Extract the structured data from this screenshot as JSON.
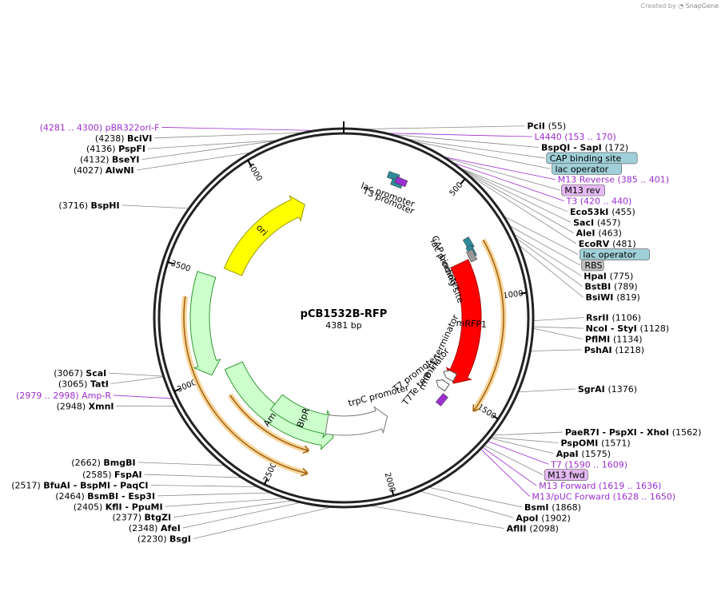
{
  "watermark": {
    "prefix": "Created by",
    "brand": "SnapGene"
  },
  "plasmid": {
    "name": "pCB1532B-RFP",
    "size_label": "4381 bp",
    "length": 4381
  },
  "ticks": [
    {
      "pos": 500,
      "label": "500"
    },
    {
      "pos": 1000,
      "label": "1000"
    },
    {
      "pos": 1500,
      "label": "1500"
    },
    {
      "pos": 2000,
      "label": "2000"
    },
    {
      "pos": 2500,
      "label": "2500"
    },
    {
      "pos": 3000,
      "label": "3000"
    },
    {
      "pos": 3500,
      "label": "3500"
    },
    {
      "pos": 4000,
      "label": "4000"
    }
  ],
  "features": [
    {
      "name": "ori",
      "start": 3560,
      "end": 4150,
      "ring": 150,
      "dir": 1,
      "color": "#ffff00",
      "stroke": "#999900",
      "text_color": "#000000",
      "text": "ori"
    },
    {
      "name": "mRFP1",
      "start": 790,
      "end": 1470,
      "ring": 160,
      "dir": 1,
      "color": "#ff0000",
      "stroke": "#aa0000",
      "text_color": "#ffffff",
      "text": "mRFP1"
    },
    {
      "name": "AmpR",
      "start": 2250,
      "end": 3000,
      "ring": 150,
      "dir": -1,
      "color": "#ccffcc",
      "stroke": "#339933",
      "text_color": "#000000",
      "text": "AmpR"
    },
    {
      "name": "AmpR2",
      "start": 3000,
      "end": 3500,
      "ring": 180,
      "dir": -1,
      "color": "#ccffcc",
      "stroke": "#339933",
      "text_color": "#000000",
      "text": "AmpR"
    },
    {
      "name": "BlpR",
      "start": 2250,
      "end": 2660,
      "ring": 135,
      "dir": -1,
      "color": "#ccffcc",
      "stroke": "#339933",
      "text_color": "#000000",
      "text": "BlpR"
    },
    {
      "name": "trpC",
      "start": 1900,
      "end": 2300,
      "ring": 135,
      "dir": -1,
      "color": "#ffffff",
      "stroke": "#777777",
      "text_color": "#000000",
      "text": "trpC promoter"
    }
  ],
  "orfs": [
    {
      "start": 740,
      "end": 1530,
      "radius": 200,
      "dir": 1
    },
    {
      "start": 2350,
      "end": 3380,
      "radius": 200,
      "dir": -1
    },
    {
      "start": 2370,
      "end": 2870,
      "radius": 172,
      "dir": -1
    }
  ],
  "inner_labels": [
    {
      "text": "lac promoter",
      "angle_pos": 240,
      "r": 160,
      "rot": 20
    },
    {
      "text": "T3 promoter",
      "angle_pos": 255,
      "r": 153,
      "rot": 23
    },
    {
      "text": "lac promoter",
      "angle_pos": 760,
      "r": 140,
      "rot": 63
    },
    {
      "text": "CAP binding site",
      "angle_pos": 790,
      "r": 140,
      "rot": 68
    },
    {
      "text": "rrnB T1 terminator",
      "angle_pos": 1340,
      "r": 130,
      "rot": -65
    },
    {
      "text": "T7Te terminator",
      "angle_pos": 1530,
      "r": 130,
      "rot": -52
    },
    {
      "text": "T7 promoter",
      "angle_pos": 1560,
      "r": 117,
      "rot": -38
    },
    {
      "text": "trpC promoter",
      "angle_pos": 1900,
      "r": 110,
      "rot": -15
    }
  ],
  "right_labels": [
    {
      "pos": 55,
      "num": "(55)",
      "names": [
        "PciI"
      ],
      "kind": "enzyme"
    },
    {
      "pos": 153,
      "num": "(153 .. 170)",
      "names": [
        "L4440"
      ],
      "kind": "primer"
    },
    {
      "pos": 172,
      "num": "(172)",
      "names": [
        "BspQI",
        "SapI"
      ],
      "kind": "enzyme"
    },
    {
      "pos": 230,
      "names": [
        "CAP binding site"
      ],
      "kind": "box",
      "fill": "#9fcfd8"
    },
    {
      "pos": 250,
      "names": [
        "lac operator"
      ],
      "kind": "box",
      "fill": "#9fcfd8"
    },
    {
      "pos": 385,
      "num": "(385 .. 401)",
      "names": [
        "M13 Reverse"
      ],
      "kind": "primer"
    },
    {
      "pos": 390,
      "names": [
        "M13 rev"
      ],
      "kind": "box",
      "fill": "#e3b8f0"
    },
    {
      "pos": 420,
      "num": "(420 .. 440)",
      "names": [
        "T3"
      ],
      "kind": "primer"
    },
    {
      "pos": 455,
      "num": "(455)",
      "names": [
        "Eco53kI"
      ],
      "kind": "enzyme"
    },
    {
      "pos": 457,
      "num": "(457)",
      "names": [
        "SacI"
      ],
      "kind": "enzyme"
    },
    {
      "pos": 463,
      "num": "(463)",
      "names": [
        "AleI"
      ],
      "kind": "enzyme"
    },
    {
      "pos": 481,
      "num": "(481)",
      "names": [
        "EcoRV"
      ],
      "kind": "enzyme"
    },
    {
      "pos": 700,
      "names": [
        "lac operator"
      ],
      "kind": "box",
      "fill": "#9fcfd8"
    },
    {
      "pos": 740,
      "names": [
        "RBS"
      ],
      "kind": "box",
      "fill": "#bfbfbf"
    },
    {
      "pos": 775,
      "num": "(775)",
      "names": [
        "HpaI"
      ],
      "kind": "enzyme"
    },
    {
      "pos": 789,
      "num": "(789)",
      "names": [
        "BstBI"
      ],
      "kind": "enzyme"
    },
    {
      "pos": 819,
      "num": "(819)",
      "names": [
        "BsiWI"
      ],
      "kind": "enzyme"
    },
    {
      "pos": 1106,
      "num": "(1106)",
      "names": [
        "RsrII"
      ],
      "kind": "enzyme"
    },
    {
      "pos": 1128,
      "num": "(1128)",
      "names": [
        "NcoI",
        "StyI"
      ],
      "kind": "enzyme"
    },
    {
      "pos": 1134,
      "num": "(1134)",
      "names": [
        "PflMI"
      ],
      "kind": "enzyme"
    },
    {
      "pos": 1218,
      "num": "(1218)",
      "names": [
        "PshAI"
      ],
      "kind": "enzyme"
    },
    {
      "pos": 1376,
      "num": "(1376)",
      "names": [
        "SgrAI"
      ],
      "kind": "enzyme"
    },
    {
      "pos": 1562,
      "num": "(1562)",
      "names": [
        "PaeR7I",
        "PspXI",
        "XhoI"
      ],
      "kind": "enzyme"
    },
    {
      "pos": 1571,
      "num": "(1571)",
      "names": [
        "PspOMI"
      ],
      "kind": "enzyme"
    },
    {
      "pos": 1575,
      "num": "(1575)",
      "names": [
        "ApaI"
      ],
      "kind": "enzyme"
    },
    {
      "pos": 1590,
      "num": "(1590 .. 1609)",
      "names": [
        "T7"
      ],
      "kind": "primer"
    },
    {
      "pos": 1610,
      "names": [
        "M13 fwd"
      ],
      "kind": "box",
      "fill": "#e3b8f0"
    },
    {
      "pos": 1619,
      "num": "(1619 .. 1636)",
      "names": [
        "M13 Forward"
      ],
      "kind": "primer"
    },
    {
      "pos": 1628,
      "num": "(1628 .. 1650)",
      "names": [
        "M13/pUC Forward"
      ],
      "kind": "primer"
    },
    {
      "pos": 1868,
      "num": "(1868)",
      "names": [
        "BsmI"
      ],
      "kind": "enzyme"
    },
    {
      "pos": 1902,
      "num": "(1902)",
      "names": [
        "ApoI"
      ],
      "kind": "enzyme"
    },
    {
      "pos": 2098,
      "num": "(2098)",
      "names": [
        "AflII"
      ],
      "kind": "enzyme"
    }
  ],
  "left_labels": [
    {
      "pos": 4281,
      "num": "(4281 .. 4300)",
      "names": [
        "pBR322ori-F"
      ],
      "kind": "primer"
    },
    {
      "pos": 4238,
      "num": "(4238)",
      "names": [
        "BciVI"
      ],
      "kind": "enzyme"
    },
    {
      "pos": 4136,
      "num": "(4136)",
      "names": [
        "PspFI"
      ],
      "kind": "enzyme"
    },
    {
      "pos": 4132,
      "num": "(4132)",
      "names": [
        "BseYI"
      ],
      "kind": "enzyme"
    },
    {
      "pos": 4027,
      "num": "(4027)",
      "names": [
        "AlwNI"
      ],
      "kind": "enzyme"
    },
    {
      "pos": 3716,
      "num": "(3716)",
      "names": [
        "BspHI"
      ],
      "kind": "enzyme"
    },
    {
      "pos": 3067,
      "num": "(3067)",
      "names": [
        "ScaI"
      ],
      "kind": "enzyme"
    },
    {
      "pos": 3065,
      "num": "(3065)",
      "names": [
        "TatI"
      ],
      "kind": "enzyme"
    },
    {
      "pos": 2979,
      "num": "(2979 .. 2998)",
      "names": [
        "Amp-R"
      ],
      "kind": "primer"
    },
    {
      "pos": 2948,
      "num": "(2948)",
      "names": [
        "XmnI"
      ],
      "kind": "enzyme"
    },
    {
      "pos": 2662,
      "num": "(2662)",
      "names": [
        "BmgBI"
      ],
      "kind": "enzyme"
    },
    {
      "pos": 2585,
      "num": "(2585)",
      "names": [
        "FspAI"
      ],
      "kind": "enzyme"
    },
    {
      "pos": 2517,
      "num": "(2517)",
      "names": [
        "BfuAI",
        "BspMI",
        "PaqCI"
      ],
      "kind": "enzyme"
    },
    {
      "pos": 2464,
      "num": "(2464)",
      "names": [
        "BsmBI",
        "Esp3I"
      ],
      "kind": "enzyme"
    },
    {
      "pos": 2405,
      "num": "(2405)",
      "names": [
        "KflI",
        "PpuMI"
      ],
      "kind": "enzyme"
    },
    {
      "pos": 2377,
      "num": "(2377)",
      "names": [
        "BtgZI"
      ],
      "kind": "enzyme"
    },
    {
      "pos": 2348,
      "num": "(2348)",
      "names": [
        "AfeI"
      ],
      "kind": "enzyme"
    },
    {
      "pos": 2230,
      "num": "(2230)",
      "names": [
        "BsgI"
      ],
      "kind": "enzyme"
    }
  ]
}
